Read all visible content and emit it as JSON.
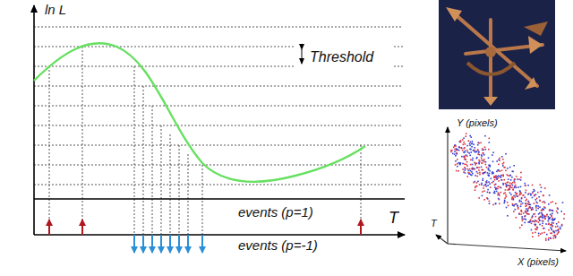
{
  "diagram": {
    "labels": [
      "ln L",
      "Threshold",
      "events (p=1)",
      "T",
      "events (p=-1)",
      "Y (pixels)",
      "T",
      "X (pixels)"
    ]
  }
}
